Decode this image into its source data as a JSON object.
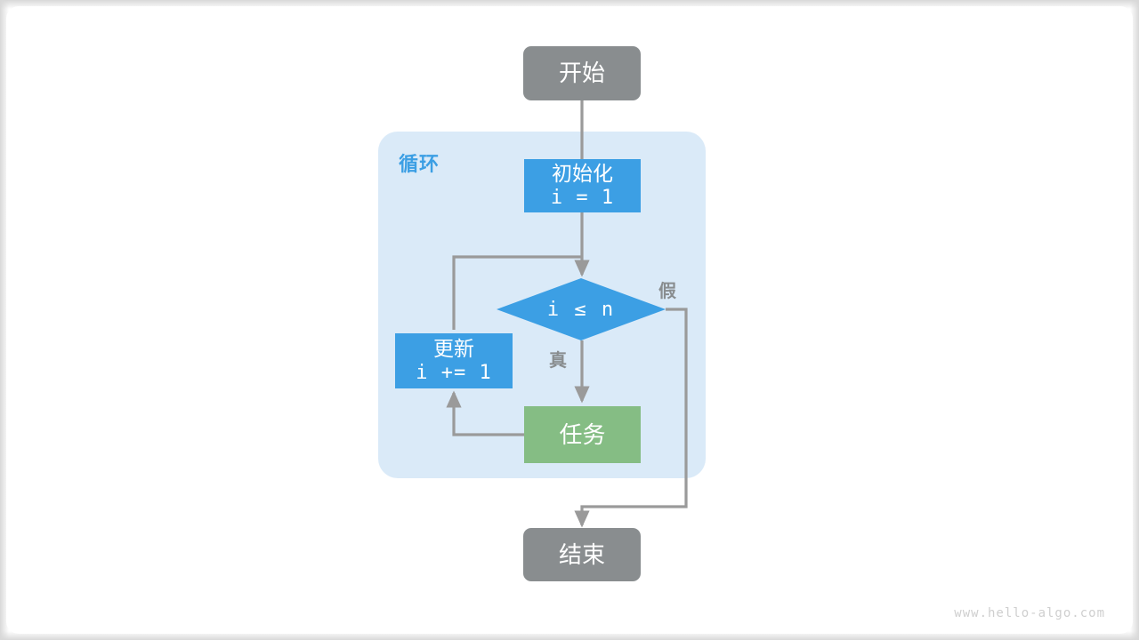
{
  "diagram": {
    "title_watermark": "www.hello-algo.com",
    "colors": {
      "terminal": "#898d8f",
      "process": "#3c9fe4",
      "task": "#85bd84",
      "loop_background": "#daeaf8",
      "connector": "#9a9a9a",
      "page_background": "#ffffff"
    },
    "loop": {
      "label": "循环"
    },
    "nodes": {
      "start": {
        "label": "开始"
      },
      "init": {
        "label": "初始化",
        "code": "i = 1"
      },
      "decision": {
        "label": "i ≤ n"
      },
      "update": {
        "label": "更新",
        "code": "i += 1"
      },
      "task": {
        "label": "任务"
      },
      "end": {
        "label": "结束"
      }
    },
    "branch_labels": {
      "true": "真",
      "false": "假"
    }
  }
}
